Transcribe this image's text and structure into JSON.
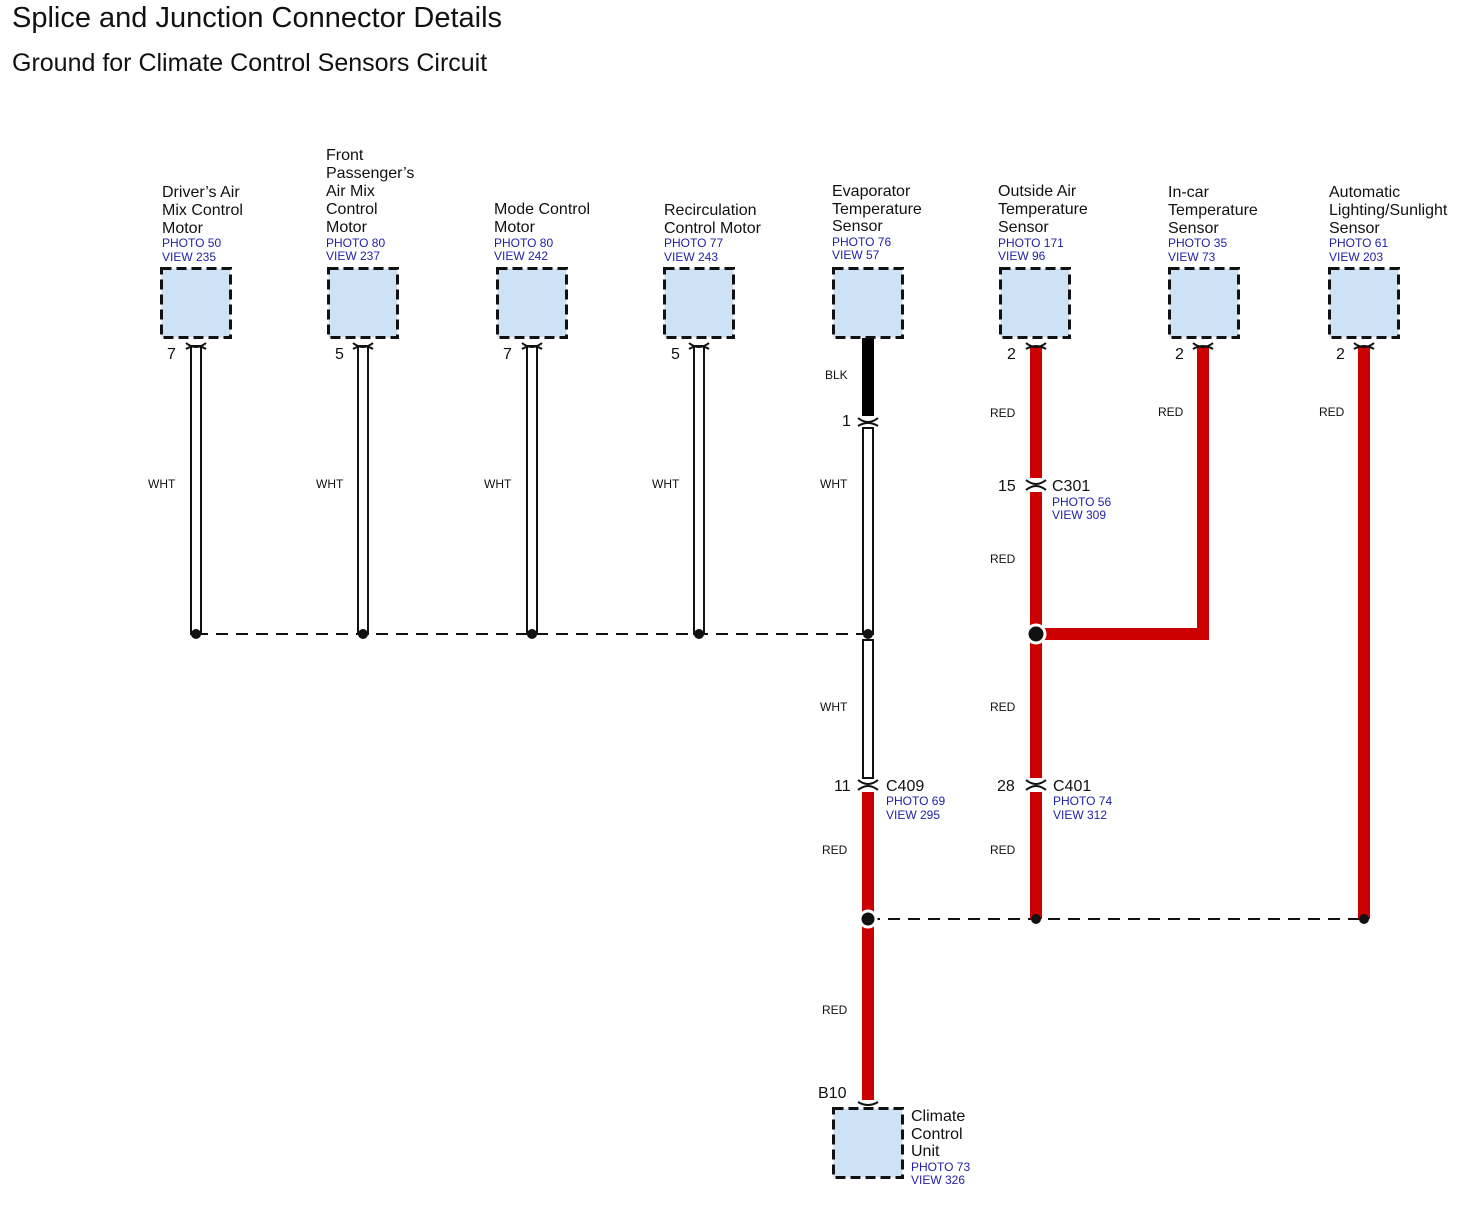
{
  "header": {
    "title": "Splice and Junction Connector Details",
    "subtitle": "Ground for Climate Control Sensors Circuit"
  },
  "colors": {
    "wht": "#ffffff",
    "red": "#cc0000",
    "blk": "#000000",
    "box_fill": "#cfe2f5"
  },
  "components": {
    "drivers_air_mix": {
      "name": [
        "Driver’s Air",
        "Mix Control",
        "Motor"
      ],
      "photo": "PHOTO 50",
      "view": "VIEW 235",
      "pin": "7"
    },
    "front_passenger_air_mix": {
      "name": [
        "Front",
        "Passenger’s",
        "Air Mix",
        "Control",
        "Motor"
      ],
      "photo": "PHOTO 80",
      "view": "VIEW 237",
      "pin": "5"
    },
    "mode_control": {
      "name": [
        "Mode Control",
        "Motor"
      ],
      "photo": "PHOTO 80",
      "view": "VIEW 242",
      "pin": "7"
    },
    "recirculation": {
      "name": [
        "Recirculation",
        "Control Motor"
      ],
      "photo": "PHOTO 77",
      "view": "VIEW 243",
      "pin": "5"
    },
    "evaporator": {
      "name": [
        "Evaporator",
        "Temperature",
        "Sensor"
      ],
      "photo": "PHOTO 76",
      "view": "VIEW 57"
    },
    "outside_air": {
      "name": [
        "Outside Air",
        "Temperature",
        "Sensor"
      ],
      "photo": "PHOTO 171",
      "view": "VIEW 96",
      "pin": "2"
    },
    "incar": {
      "name": [
        "In-car",
        "Temperature",
        "Sensor"
      ],
      "photo": "PHOTO 35",
      "view": "VIEW 73",
      "pin": "2"
    },
    "auto_lighting": {
      "name": [
        "Automatic",
        "Lighting/Sunlight",
        "Sensor"
      ],
      "photo": "PHOTO 61",
      "view": "VIEW 203",
      "pin": "2"
    },
    "climate_unit": {
      "name": [
        "Climate",
        "Control",
        "Unit"
      ],
      "photo": "PHOTO 73",
      "view": "VIEW 326",
      "pin": "B10"
    }
  },
  "connectors": {
    "evap_pin": "1",
    "c301": {
      "id": "C301",
      "pin": "15",
      "photo": "PHOTO 56",
      "view": "VIEW 309"
    },
    "c409": {
      "id": "C409",
      "pin": "11",
      "photo": "PHOTO 69",
      "view": "VIEW 295"
    },
    "c401": {
      "id": "C401",
      "pin": "28",
      "photo": "PHOTO 74",
      "view": "VIEW 312"
    }
  },
  "wire_colors": {
    "wht": "WHT",
    "red": "RED",
    "blk": "BLK"
  }
}
